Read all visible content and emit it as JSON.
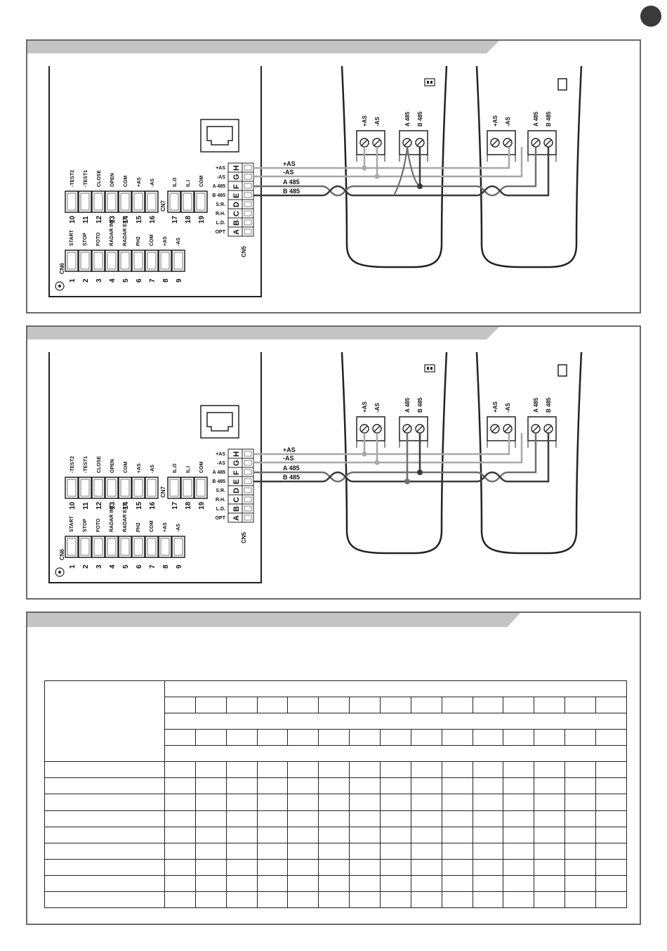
{
  "board": {
    "cn6_label": "CN6",
    "cn7_label": "CN7",
    "cn5_label": "CN5",
    "top_terminals": [
      {
        "num": "10",
        "label": "-TEST2"
      },
      {
        "num": "11",
        "label": "-TEST1"
      },
      {
        "num": "12",
        "label": "CLOSE"
      },
      {
        "num": "13",
        "label": "OPEN"
      },
      {
        "num": "14",
        "label": "COM"
      },
      {
        "num": "15",
        "label": "+AS"
      },
      {
        "num": "16",
        "label": "-AS"
      }
    ],
    "cn7_terminals": [
      {
        "num": "17",
        "label": "IL.O"
      },
      {
        "num": "18",
        "label": "IL.I"
      },
      {
        "num": "19",
        "label": "COM"
      }
    ],
    "bottom_terminals": [
      {
        "num": "1",
        "label": "START"
      },
      {
        "num": "2",
        "label": "STOP"
      },
      {
        "num": "3",
        "label": "FOTO"
      },
      {
        "num": "4",
        "label": "RADAR INT"
      },
      {
        "num": "5",
        "label": "RADAR EXT"
      },
      {
        "num": "6",
        "label": "PH2"
      },
      {
        "num": "7",
        "label": "COM"
      },
      {
        "num": "8",
        "label": "+AS"
      },
      {
        "num": "9",
        "label": "-AS"
      }
    ],
    "cn5_rows": [
      {
        "letter": "H",
        "label": "+AS"
      },
      {
        "letter": "G",
        "label": "-AS"
      },
      {
        "letter": "F",
        "label": "A 485"
      },
      {
        "letter": "E",
        "label": "B 485"
      },
      {
        "letter": "D",
        "label": "S.R."
      },
      {
        "letter": "C",
        "label": "R.H."
      },
      {
        "letter": "B",
        "label": "L.D."
      },
      {
        "letter": "A",
        "label": "OPT"
      }
    ]
  },
  "wires": [
    "+AS",
    "-AS",
    "A 485",
    "B 485"
  ],
  "sensor_terminals": {
    "left": [
      "+AS",
      "-AS"
    ],
    "right": [
      "A 485",
      "B 485"
    ]
  },
  "colors": {
    "wire_light": "#a8a8a8",
    "wire_mid": "#707070",
    "wire_dark": "#3a3a3a",
    "header": "#c4c4c4",
    "border": "#6a6a6a"
  }
}
